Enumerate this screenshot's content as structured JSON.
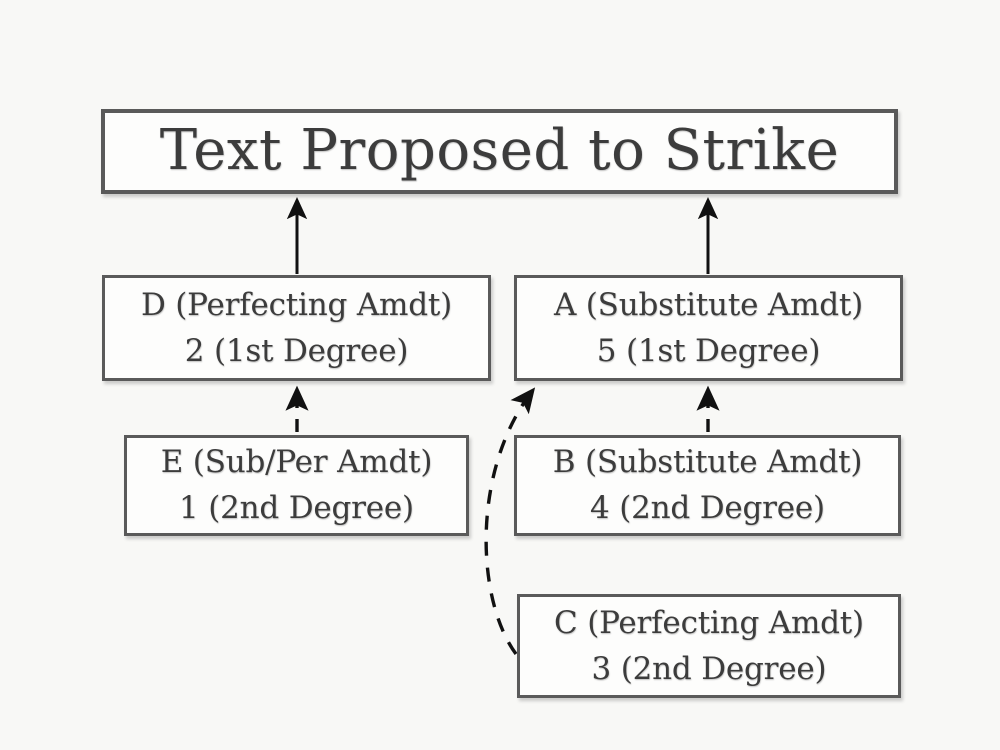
{
  "diagram": {
    "title": "Text Proposed to Strike",
    "background_color": "#f8f8f6",
    "box_border_color": "#5a5a5a",
    "text_color": "#3c3c3c",
    "nodes": [
      {
        "id": "D",
        "line1": "D (Perfecting Amdt)",
        "line2": "2 (1st Degree)"
      },
      {
        "id": "A",
        "line1": "A (Substitute Amdt)",
        "line2": "5 (1st Degree)"
      },
      {
        "id": "E",
        "line1": "E (Sub/Per Amdt)",
        "line2": "1 (2nd Degree)"
      },
      {
        "id": "B",
        "line1": "B (Substitute Amdt)",
        "line2": "4 (2nd Degree)"
      },
      {
        "id": "C",
        "line1": "C (Perfecting Amdt)",
        "line2": "3 (2nd Degree)"
      }
    ],
    "connectors": [
      {
        "id": "d-to-title",
        "from": "D",
        "to": "title",
        "style": "solid"
      },
      {
        "id": "a-to-title",
        "from": "A",
        "to": "title",
        "style": "solid"
      },
      {
        "id": "e-to-d",
        "from": "E",
        "to": "D",
        "style": "dashed"
      },
      {
        "id": "b-to-a",
        "from": "B",
        "to": "A",
        "style": "dashed"
      },
      {
        "id": "c-to-a",
        "from": "C",
        "to": "A",
        "style": "dashed-curved"
      }
    ]
  }
}
